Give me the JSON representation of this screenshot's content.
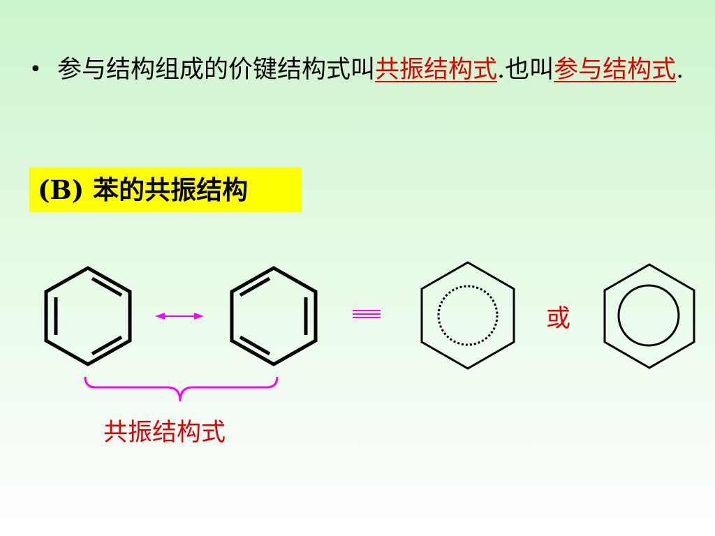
{
  "bullet": {
    "symbol": "•",
    "text_before": "参与结构组成的价键结构式叫",
    "term1": "共振结构式",
    "mid": ".也叫",
    "term2": "参与结构式",
    "end": "."
  },
  "heading": {
    "label": "(B) 苯的共振结构"
  },
  "diagram": {
    "or_label": "或",
    "bracket_label": "共振结构式",
    "resonance_arrow_color": "#ff00ff",
    "equivalence_color": "#ff00ff",
    "bracket_color": "#ff00ff"
  }
}
